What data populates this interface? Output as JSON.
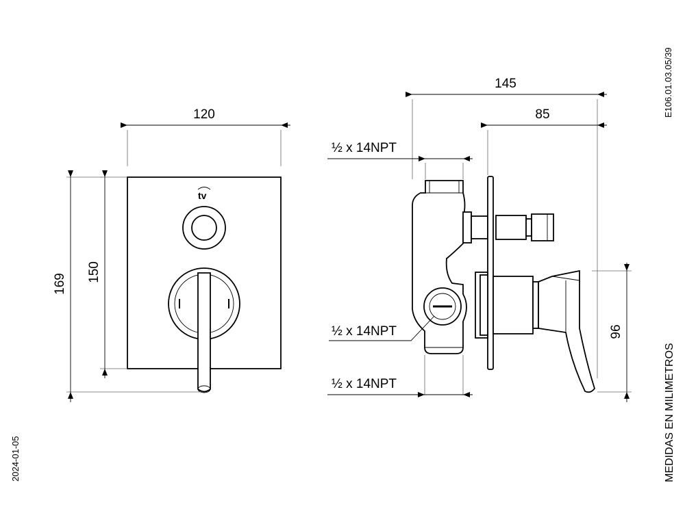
{
  "drawing_code": "E106.01.03.05/39",
  "units_note": "MEDIDAS EN MILIMETROS",
  "date": "2024-01-05",
  "logo_text": "tv",
  "dimensions": {
    "front_width": "120",
    "front_plate_height": "150",
    "front_total_height": "169",
    "side_total_depth": "145",
    "side_plate_depth": "85",
    "side_handle_height": "96"
  },
  "threads": {
    "top": "½ x 14NPT",
    "middle": "½ x 14NPT",
    "bottom": "½ x 14NPT"
  }
}
